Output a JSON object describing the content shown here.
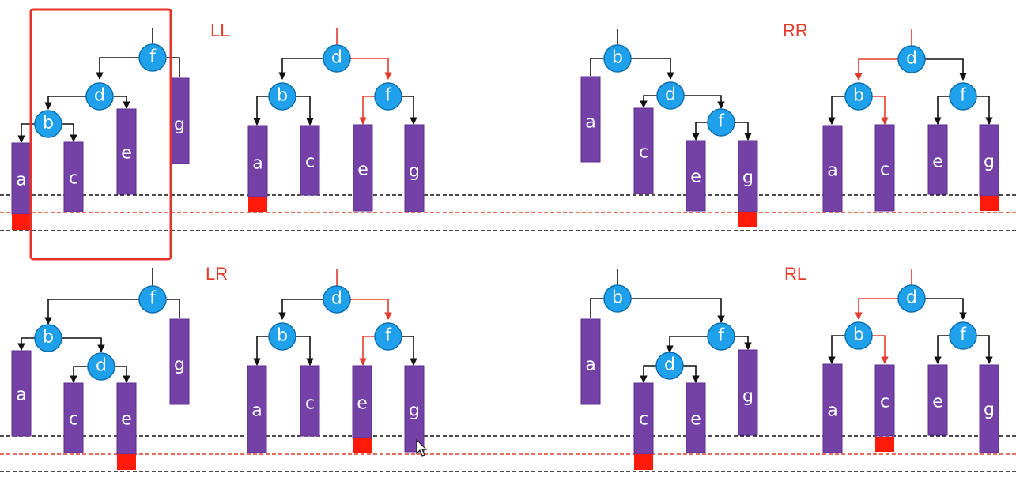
{
  "case_labels": {
    "ll": "LL",
    "rr": "RR",
    "lr": "LR",
    "rl": "RL"
  },
  "nodes": {
    "b": "b",
    "d": "d",
    "f": "f"
  },
  "subtrees": {
    "a": "a",
    "c": "c",
    "e": "e",
    "g": "g"
  },
  "colors": {
    "node_fill": "#1ea0ea",
    "subtree_fill": "#7442a6",
    "highlight": "#e53b2b",
    "height_marker": "#ff1a0a"
  }
}
